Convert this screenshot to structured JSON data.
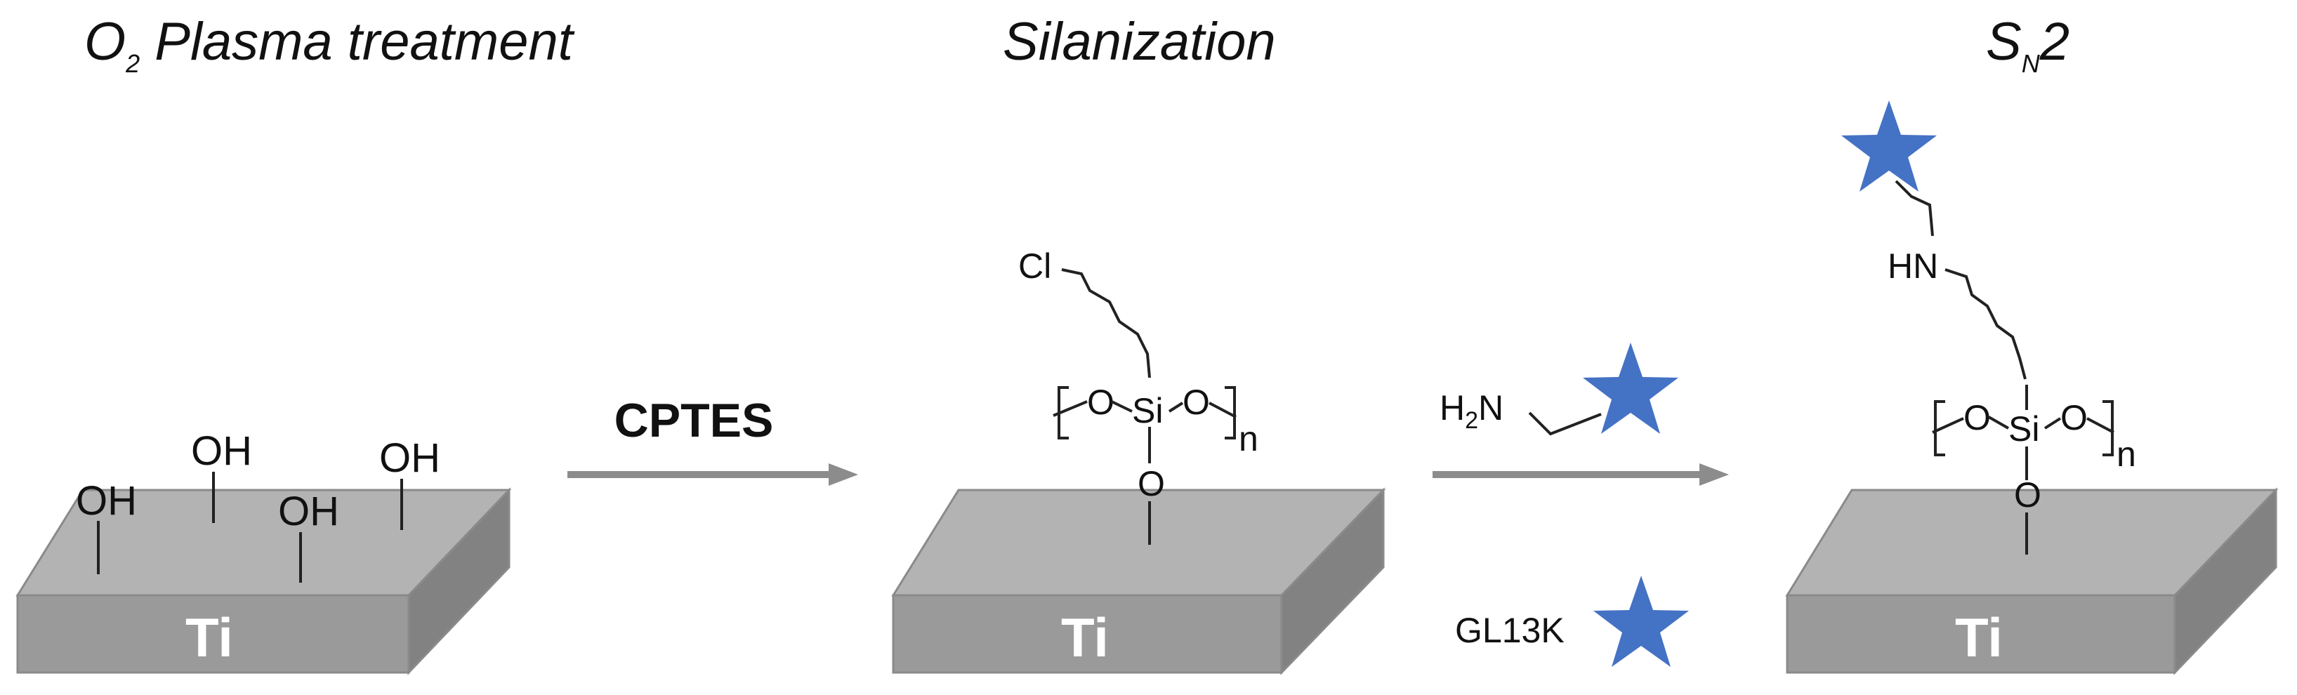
{
  "steps": {
    "plasma": {
      "title_main": "O",
      "title_sub": "2",
      "title_rest": " Plasma treatment",
      "surface_label": "Ti",
      "groups": [
        "OH",
        "OH",
        "OH",
        "OH"
      ]
    },
    "silanization": {
      "title": "Silanization",
      "reagent": "CPTES",
      "surface_label": "Ti",
      "chlorine": "Cl",
      "oxygen": "O",
      "silicon": "Si",
      "repeat": "n"
    },
    "sn2": {
      "title_main": "S",
      "title_sub": "N",
      "title_rest": "2",
      "surface_label": "Ti",
      "amine": "HN",
      "oxygen": "O",
      "silicon": "Si",
      "repeat": "n"
    }
  },
  "reagents": {
    "amine_prefix": "H",
    "amine_sub": "2",
    "amine_suffix": "N",
    "peptide": "GL13K"
  },
  "colors": {
    "slab_top": "#b3b3b3",
    "slab_front": "#9a9a9a",
    "slab_side": "#828282",
    "arrow": "#8c8c8c",
    "star": "#4472c4"
  }
}
